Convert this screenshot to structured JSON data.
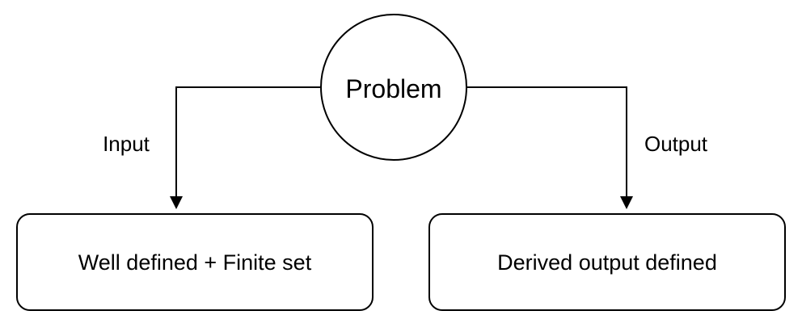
{
  "diagram": {
    "center_node": {
      "label": "Problem"
    },
    "edges": {
      "left_label": "Input",
      "right_label": "Output"
    },
    "left_box": {
      "label": "Well defined + Finite set"
    },
    "right_box": {
      "label": "Derived output defined"
    },
    "colors": {
      "stroke": "#000000",
      "fill": "#ffffff",
      "text": "#000000"
    }
  }
}
